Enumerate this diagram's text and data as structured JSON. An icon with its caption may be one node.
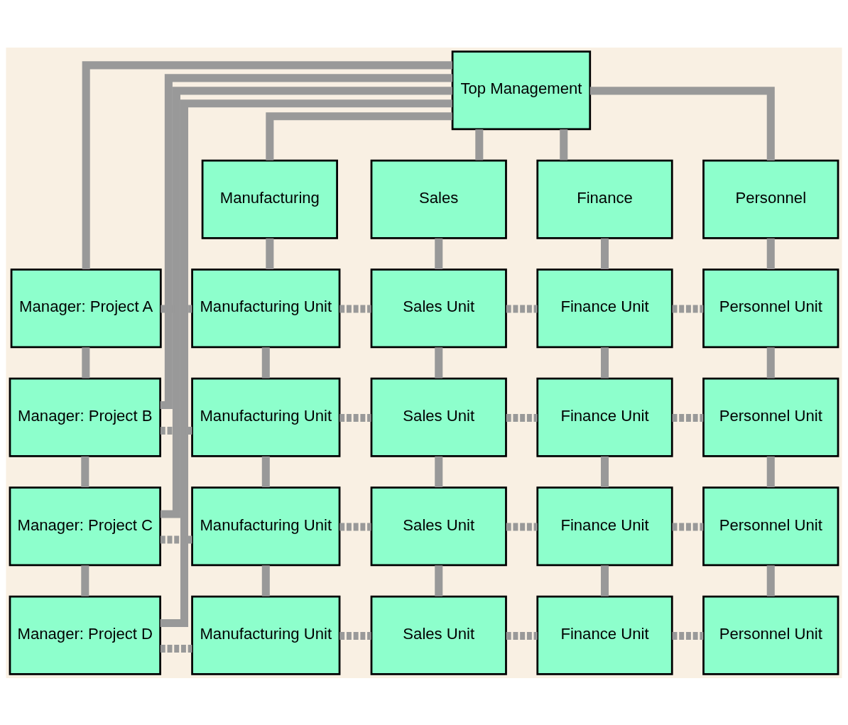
{
  "diagram": {
    "nodes": [
      {
        "text": [
          "Top Management"
        ]
      },
      {
        "text": [
          "Manufacturing"
        ]
      },
      {
        "text": [
          "Sales"
        ]
      },
      {
        "text": [
          "Finance"
        ]
      },
      {
        "text": [
          "Personnel"
        ]
      },
      {
        "text": [
          "Manager: Project A"
        ]
      },
      {
        "text": [
          "Manufacturing Unit"
        ]
      },
      {
        "text": [
          "Sales Unit"
        ]
      },
      {
        "text": [
          "Finance Unit"
        ]
      },
      {
        "text": [
          "Personnel Unit"
        ]
      },
      {
        "text": [
          "Manager: Project B"
        ]
      },
      {
        "text": [
          "Manufacturing Unit"
        ]
      },
      {
        "text": [
          "Sales Unit"
        ]
      },
      {
        "text": [
          "Finance Unit"
        ]
      },
      {
        "text": [
          "Personnel Unit"
        ]
      },
      {
        "text": [
          "Manager: Project C"
        ]
      },
      {
        "text": [
          "Manufacturing Unit"
        ]
      },
      {
        "text": [
          "Sales Unit"
        ]
      },
      {
        "text": [
          "Finance Unit"
        ]
      },
      {
        "text": [
          "Personnel Unit"
        ]
      },
      {
        "text": [
          "Manager: Project D"
        ]
      },
      {
        "text": [
          "Manufacturing Unit"
        ]
      },
      {
        "text": [
          "Sales Unit"
        ]
      },
      {
        "text": [
          "Finance Unit"
        ]
      },
      {
        "text": [
          "Personnel Unit"
        ]
      }
    ],
    "edges": [
      {
        "from": 0,
        "to": 1,
        "arrow": "none"
      },
      {
        "from": 0,
        "to": 2,
        "arrow": "none"
      },
      {
        "from": 0,
        "to": 3,
        "arrow": "none"
      },
      {
        "from": 0,
        "to": 4,
        "arrow": "none"
      },
      {
        "from": 0,
        "to": 5,
        "arrow": "none"
      },
      {
        "from": 0,
        "to": 10,
        "arrow": "none"
      },
      {
        "from": 0,
        "to": 15,
        "arrow": "none"
      },
      {
        "from": 0,
        "to": 20,
        "arrow": "none"
      },
      {
        "from": 1,
        "to": 6,
        "arrow": "none"
      },
      {
        "from": 2,
        "to": 7,
        "arrow": "none"
      },
      {
        "from": 3,
        "to": 8,
        "arrow": "none"
      },
      {
        "from": 4,
        "to": 9,
        "arrow": "none"
      },
      {
        "from": 5,
        "to": 10,
        "arrow": "none"
      },
      {
        "from": 6,
        "to": 11,
        "arrow": "none"
      },
      {
        "from": 7,
        "to": 12,
        "arrow": "none"
      },
      {
        "from": 8,
        "to": 13,
        "arrow": "none"
      },
      {
        "from": 9,
        "to": 14,
        "arrow": "none"
      },
      {
        "from": 10,
        "to": 15,
        "arrow": "none"
      },
      {
        "from": 11,
        "to": 16,
        "arrow": "none"
      },
      {
        "from": 12,
        "to": 17,
        "arrow": "none"
      },
      {
        "from": 13,
        "to": 18,
        "arrow": "none"
      },
      {
        "from": 14,
        "to": 19,
        "arrow": "none"
      },
      {
        "from": 15,
        "to": 20,
        "arrow": "none"
      },
      {
        "from": 16,
        "to": 21,
        "arrow": "none"
      },
      {
        "from": 17,
        "to": 22,
        "arrow": "none"
      },
      {
        "from": 18,
        "to": 23,
        "arrow": "none"
      },
      {
        "from": 19,
        "to": 24,
        "arrow": "none"
      },
      {
        "from": 5,
        "to": 6,
        "arrow": "none",
        "style": "dashed"
      },
      {
        "from": 6,
        "to": 7,
        "arrow": "none",
        "style": "dashed"
      },
      {
        "from": 7,
        "to": 8,
        "arrow": "none",
        "style": "dashed"
      },
      {
        "from": 8,
        "to": 9,
        "arrow": "none",
        "style": "dashed"
      },
      {
        "from": 10,
        "to": 11,
        "arrow": "none",
        "style": "dashed"
      },
      {
        "from": 11,
        "to": 12,
        "arrow": "none",
        "style": "dashed"
      },
      {
        "from": 12,
        "to": 13,
        "arrow": "none",
        "style": "dashed"
      },
      {
        "from": 13,
        "to": 14,
        "arrow": "none",
        "style": "dashed"
      },
      {
        "from": 15,
        "to": 16,
        "arrow": "none",
        "style": "dashed"
      },
      {
        "from": 16,
        "to": 17,
        "arrow": "none",
        "style": "dashed"
      },
      {
        "from": 17,
        "to": 18,
        "arrow": "none",
        "style": "dashed"
      },
      {
        "from": 18,
        "to": 19,
        "arrow": "none",
        "style": "dashed"
      },
      {
        "from": 20,
        "to": 21,
        "arrow": "none",
        "style": "dashed"
      },
      {
        "from": 21,
        "to": 22,
        "arrow": "none",
        "style": "dashed"
      },
      {
        "from": 22,
        "to": 23,
        "arrow": "none",
        "style": "dashed"
      },
      {
        "from": 23,
        "to": 24,
        "arrow": "none",
        "style": "dashed"
      }
    ]
  }
}
